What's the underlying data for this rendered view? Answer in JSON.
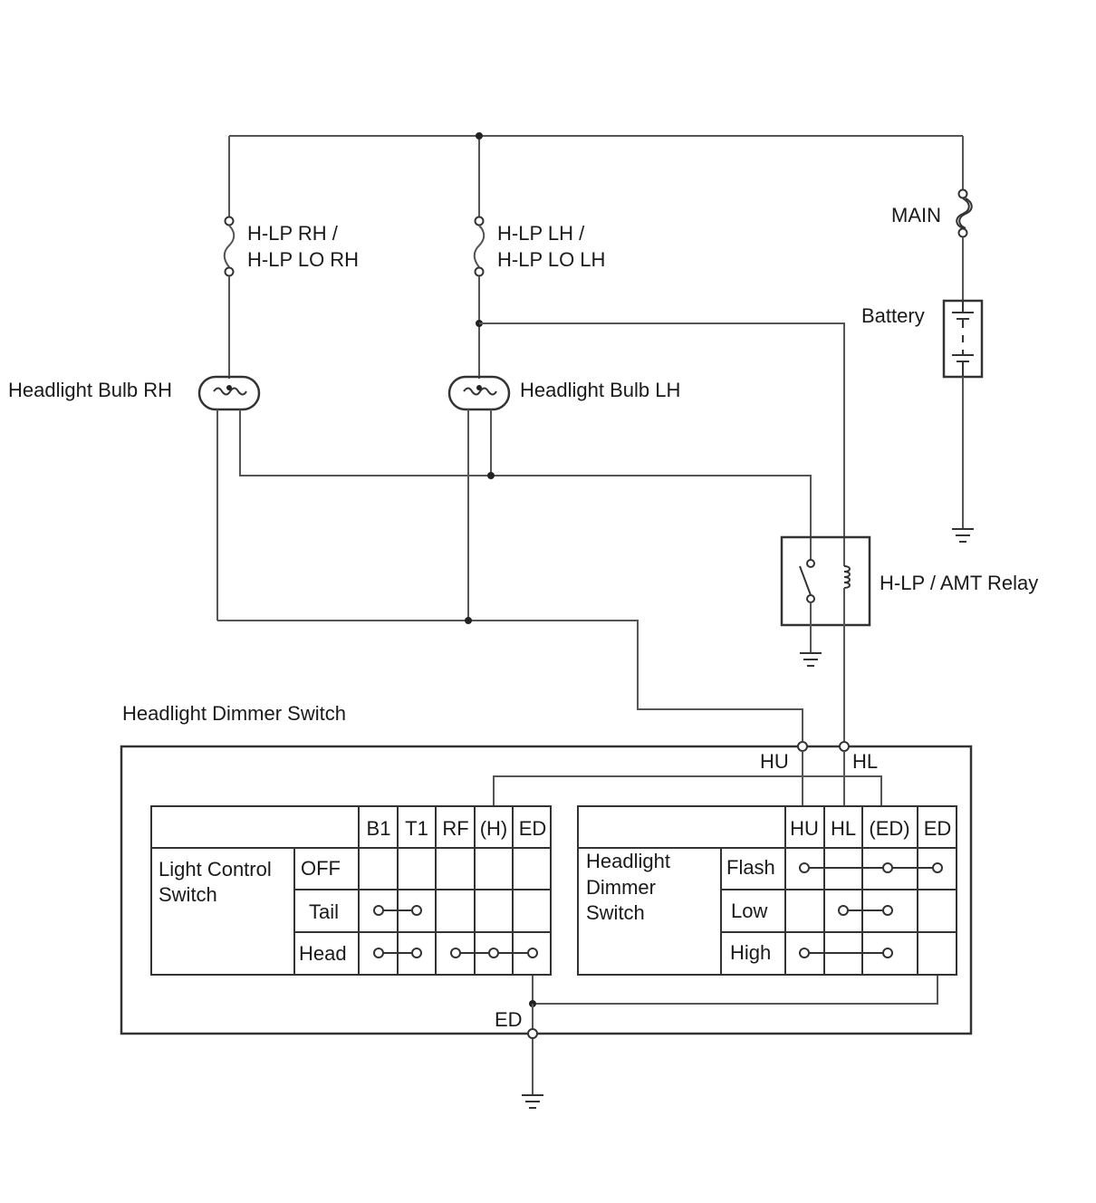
{
  "labels": {
    "fuse_rh_1": "H-LP RH /",
    "fuse_rh_2": "H-LP LO RH",
    "fuse_lh_1": "H-LP LH /",
    "fuse_lh_2": "H-LP LO LH",
    "main": "MAIN",
    "battery": "Battery",
    "bulb_rh": "Headlight Bulb RH",
    "bulb_lh": "Headlight Bulb LH",
    "relay": "H-LP / AMT Relay",
    "dimmer_title": "Headlight Dimmer Switch",
    "term_hu": "HU",
    "term_hl": "HL",
    "term_ed": "ED"
  },
  "light_control_table": {
    "row_title_1": "Light Control",
    "row_title_2": "Switch",
    "columns": [
      "B1",
      "T1",
      "RF",
      "(H)",
      "ED"
    ],
    "rows": [
      "OFF",
      "Tail",
      "Head"
    ]
  },
  "dimmer_table": {
    "row_title_1": "Headlight",
    "row_title_2": "Dimmer",
    "row_title_3": "Switch",
    "columns": [
      "HU",
      "HL",
      "(ED)",
      "ED"
    ],
    "rows": [
      "Flash",
      "Low",
      "High"
    ]
  }
}
